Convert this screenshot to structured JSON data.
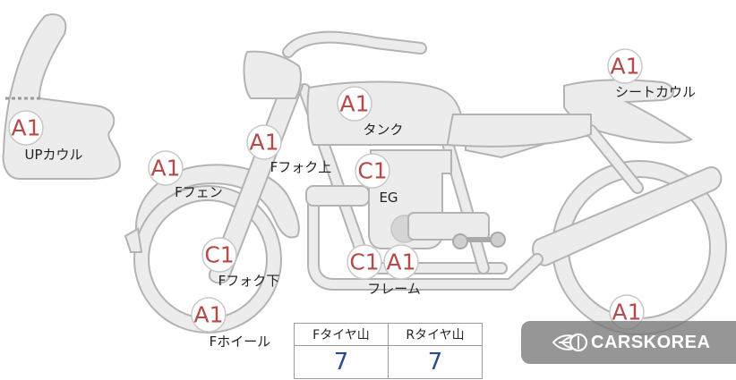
{
  "parts": [
    {
      "id": "up-cowl",
      "label": "UPカウル",
      "grade": "A1"
    },
    {
      "id": "f-fender",
      "label": "Fフェン",
      "grade": "A1"
    },
    {
      "id": "f-fork-upper",
      "label": "Fフォク上",
      "grade": "A1"
    },
    {
      "id": "tank",
      "label": "タンク",
      "grade": "A1"
    },
    {
      "id": "seat-cowl",
      "label": "シートカウル",
      "grade": "A1"
    },
    {
      "id": "engine",
      "label": "EG",
      "grade": "C1"
    },
    {
      "id": "f-fork-lower",
      "label": "Fフォク下",
      "grade": "C1"
    },
    {
      "id": "frame",
      "label": "フレーム",
      "grade_left": "C1",
      "grade_right": "A1"
    },
    {
      "id": "f-wheel",
      "label": "Fホイール",
      "grade": "A1"
    },
    {
      "id": "r-wheel",
      "label": "",
      "grade": "A1"
    }
  ],
  "tire_table": {
    "headers": [
      "Fタイヤ山",
      "Rタイヤ山"
    ],
    "values": [
      "7",
      "7"
    ]
  },
  "watermark": {
    "text": "CARSKOREA",
    "icon": "flame-wing-logo-icon"
  },
  "colors": {
    "part_fill": "#ececec",
    "part_stroke": "#b3b3b3",
    "grade": "#b54a4a",
    "tread_value": "#2b4c8c"
  }
}
